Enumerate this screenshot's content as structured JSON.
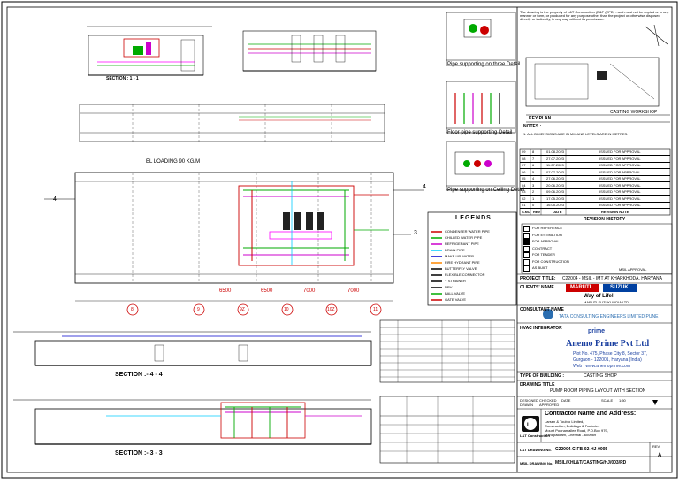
{
  "drawing": {
    "header_note": "The drawing is the property of L&T Construction (B&F (EPD) - and must not be copied or in any manner or form, or produced for any purpose other than the project or otherwise disposed directly or indirectly, in any way without its permission.",
    "sections": {
      "section_1_1": "SECTION : 1 - 1",
      "section_4_4": "SECTION :- 4 - 4",
      "section_3_3": "SECTION :- 3 - 3",
      "el_loading": "EL LOADING 90 KG/M",
      "grid_dims": [
        "6500",
        "6500",
        "7000",
        "7000"
      ],
      "grid_labels": [
        "8",
        "9",
        "9Z",
        "10",
        "10Z",
        "11"
      ],
      "marker_4": "4",
      "marker_3": "3"
    },
    "details": {
      "pipe_support_three": "Pipe supporting on three Detail",
      "floor_pipe_support": "Floor pipe supporting Detail",
      "pipe_support_ceiling": "Pipe supporting on Ceiling Detail"
    },
    "legends": {
      "title": "LEGENDS",
      "items": [
        "CONDENSER WATER PIPE",
        "CHILLED WATER PIPE",
        "REFRIGERANT PIPE",
        "DRAIN PIPE",
        "MAKE UP WATER",
        "FIRE HYDRANT PIPE",
        "BUTTERFLY VALVE",
        "FLEXIBLE CONNECTOR",
        "Y STRAINER",
        "NRV",
        "BALL VALVE",
        "GATE VALVE"
      ]
    },
    "key_plan": {
      "title": "KEY PLAN",
      "notes_title": "NOTES :",
      "note_1": "1. ALL DIMENSIONS ARE IN MM AND LEVELS ARE IN METRES.",
      "marker_label": "CASTING WORKSHOP"
    },
    "revision_history": {
      "title": "REVISION HISTORY",
      "columns": [
        "S.NO",
        "REV",
        "DATE",
        "REVISION NOTE"
      ],
      "rows": [
        [
          "09",
          "8",
          "01.08.2023",
          "ISSUED FOR APPROVAL"
        ],
        [
          "08",
          "7",
          "27.07.2023",
          "ISSUED FOR APPROVAL"
        ],
        [
          "07",
          "6",
          "11.07.2023",
          "ISSUED FOR APPROVAL"
        ],
        [
          "06",
          "5",
          "07.07.2023",
          "ISSUED FOR APPROVAL"
        ],
        [
          "05",
          "4",
          "27.06.2023",
          "ISSUED FOR APPROVAL"
        ],
        [
          "04",
          "3",
          "20.06.2023",
          "ISSUED FOR APPROVAL"
        ],
        [
          "03",
          "2",
          "09.06.2023",
          "ISSUED FOR APPROVAL"
        ],
        [
          "02",
          "1",
          "17.05.2023",
          "ISSUED FOR APPROVAL"
        ],
        [
          "01",
          "0",
          "16.05.2023",
          "ISSUED FOR APPROVAL"
        ]
      ]
    },
    "status": {
      "items": [
        "FOR REFERENCE",
        "FOR ESTIMATION",
        "FOR APPROVAL",
        "CONTRACT",
        "FOR TENDER",
        "FOR CONSTRUCTION",
        "AS BUILT"
      ],
      "checked_index": 2,
      "approval_stamp": "MSIL APPROVAL"
    },
    "project": {
      "title_label": "PROJECT TITLE:",
      "title": "C22004 - MSIL - IMT AT KHARKHODA, HARYANA",
      "client_label": "CLIENTS' NAME",
      "client_brand_1": "MARUTI",
      "client_brand_2": "SUZUKI",
      "client_tagline": "Way of Life!",
      "client_sub": "MARUTI SUZUKI INDIA LTD.",
      "consultant_label": "CONSULTANT NAME",
      "consultant": "TATA CONSULTING ENGINEERS LIMITED PUNE",
      "hvac_label": "HVAC INTEGRATOR",
      "integrator_logo": "prime",
      "integrator_name": "Anemo Prime Pvt Ltd",
      "integrator_address": "Plot No. 475, Phase City 8, Sector 37,",
      "integrator_city": "Gurgaon - 122001, Haryana (India)",
      "integrator_web": "Web : www.anemoprime.com",
      "building_label": "TYPE OF BUILDING :",
      "building": "CASTING SHOP",
      "drawing_title_label": "DRAWING TITLE",
      "drawing_title": "PUMP ROOM PIPING LAYOUT WITH SECTION",
      "designed": "DESIGNED",
      "drawn": "DRAWN",
      "checked": "CHECKED",
      "approved": "APPROVED",
      "date_label": "DATE",
      "scale_label": "SCALE",
      "scale": "1:50",
      "contractor_title": "Contractor Name and Address:",
      "contractor_line1": "Larsen & Toubro Limited,",
      "contractor_line2": "Construction, Buildings & Factories",
      "contractor_line3": "Mount Poonamallee Road, P.O.Box 979,",
      "contractor_line4": "Manapakkam, Chennai - 600089",
      "lt_logo": "L&T Construction",
      "lnt_drawing_label": "L&T DRAWING No.",
      "lnt_drawing": "C22004-C-FB-02-HJ-0005",
      "msil_drawing_label": "MSIL DRAWING No.",
      "msil_drawing": "MSIL/KHL&T/CASTING/HJ/003/RD",
      "rev_label": "REV",
      "rev": "A"
    }
  }
}
